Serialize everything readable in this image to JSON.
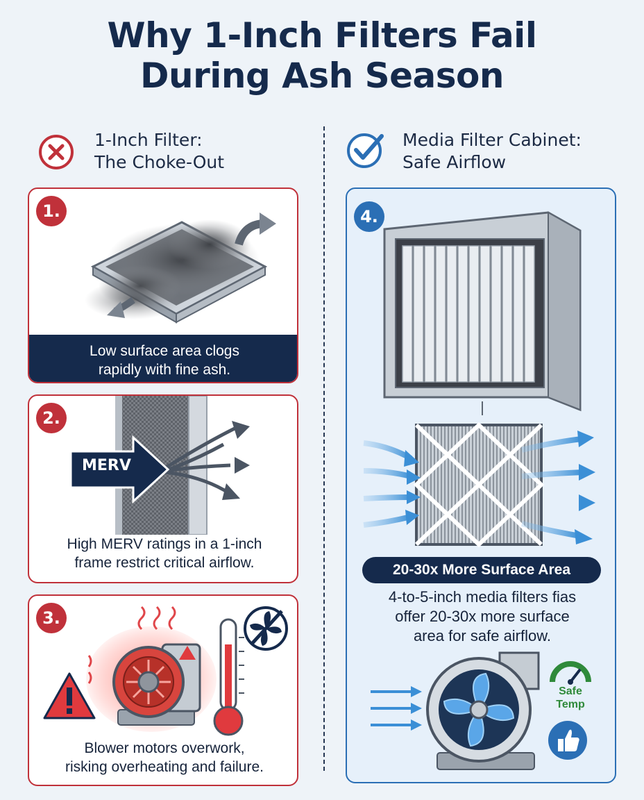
{
  "title": {
    "line1": "Why 1-Inch Filters Fail",
    "line2": "During Ash Season"
  },
  "left_column": {
    "header_line1": "1-Inch Filter:",
    "header_line2": "The Choke-Out",
    "header_icon": "x-circle-icon",
    "panels": [
      {
        "step": "1.",
        "caption_line1": "Low surface area clogs",
        "caption_line2": "rapidly with fine ash."
      },
      {
        "step": "2.",
        "arrow_label": "MERV",
        "caption_line1": "High MERV ratings in a 1-inch",
        "caption_line2": "frame restrict critical airflow."
      },
      {
        "step": "3.",
        "caption_line1": "Blower motors overwork,",
        "caption_line2": "risking overheating and failure."
      }
    ]
  },
  "right_column": {
    "header_line1": "Media Filter Cabinet:",
    "header_line2": "Safe Airflow",
    "header_icon": "check-circle-icon",
    "panel": {
      "step": "4.",
      "pill": "20-30x More Surface Area",
      "caption_line1": "4-to-5-inch media filters fias",
      "caption_line2": "offer 20-30x more surface",
      "caption_line3": "area for safe airflow.",
      "gauge_line1": "Safe",
      "gauge_line2": "Temp"
    }
  },
  "colors": {
    "navy": "#152a4c",
    "red": "#c0313a",
    "blue": "#2b6fb5",
    "green": "#2f8a3a",
    "background": "#eef3f8"
  }
}
